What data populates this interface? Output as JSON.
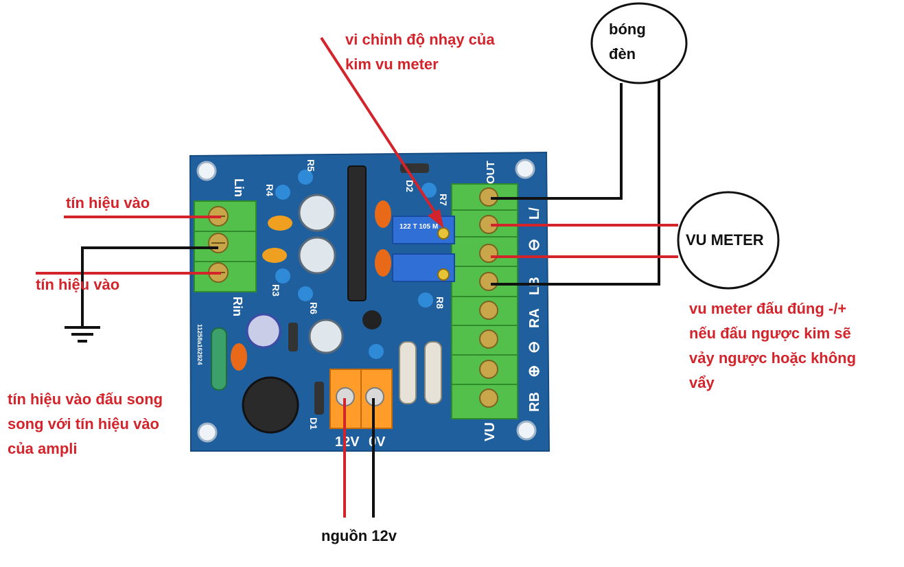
{
  "annotations": {
    "sensitivity_trim": "vi chỉnh độ nhạy của\nkim vu meter",
    "input_top": "tín hiệu vào",
    "input_bottom": "tín hiệu vào",
    "input_note": "tín hiệu vào đấu song\nsong với tín hiệu vào\ncủa ampli",
    "meter_polarity": "vu meter đấu đúng -/+\nnếu đấu ngược kim sẽ\nvảy ngược hoặc không\nvẩy",
    "power_supply": "nguồn 12v"
  },
  "components": {
    "lamp": "bóng\nđèn",
    "vu_meter": "VU METER"
  },
  "board": {
    "left_top_label": "Lin",
    "left_bottom_label": "Rin",
    "right_labels": [
      "OUT",
      "L/",
      "⊖",
      "LB",
      "RA",
      "⊖",
      "⊕",
      "RB",
      "VU"
    ],
    "power_labels": [
      "12V",
      "0V"
    ],
    "part_labels": [
      "R4",
      "R5",
      "R3",
      "R6",
      "R7",
      "R8",
      "D2",
      "D1"
    ],
    "serial": "11258a162924",
    "trimmer_text": "122 T\n105 M"
  },
  "colors": {
    "annotation": "#d3242b",
    "wire_red": "#d3242b",
    "wire_black": "#111111",
    "pcb": "#1f5f9e",
    "terminal_green": "#52c04a",
    "terminal_orange": "#ff9c2a"
  }
}
